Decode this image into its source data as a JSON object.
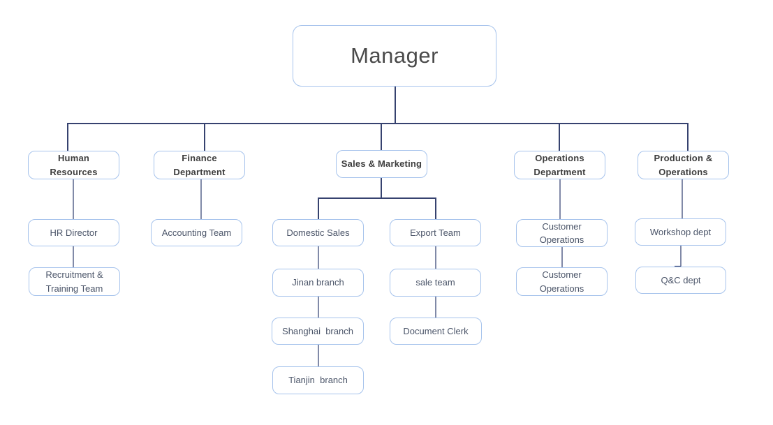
{
  "org_chart": {
    "nodes": {
      "manager": "Manager",
      "human_resources": "Human Resources",
      "finance_department": "Finance Department",
      "sales_marketing": "Sales & Marketing",
      "operations_department": "Operations Department",
      "production_operations": "Production & Operations",
      "hr_director": "HR Director",
      "accounting_team": "Accounting Team",
      "domestic_sales": "Domestic Sales",
      "export_team": "Export Team",
      "customer_operations_1": "Customer Operations",
      "workshop_dept": "Workshop dept",
      "recruitment_training": "Recruitment & Training Team",
      "jinan_branch": "Jinan branch",
      "sale_team": "sale team",
      "customer_operations_2": "Customer Operations",
      "qc_dept": "Q&C dept",
      "shanghai_branch": "Shanghai  branch",
      "document_clerk": "Document Clerk",
      "tianjin_branch": "Tianjin  branch"
    },
    "edges": [
      [
        "manager",
        "human_resources"
      ],
      [
        "manager",
        "finance_department"
      ],
      [
        "manager",
        "sales_marketing"
      ],
      [
        "manager",
        "operations_department"
      ],
      [
        "manager",
        "production_operations"
      ],
      [
        "human_resources",
        "hr_director"
      ],
      [
        "hr_director",
        "recruitment_training"
      ],
      [
        "finance_department",
        "accounting_team"
      ],
      [
        "sales_marketing",
        "domestic_sales"
      ],
      [
        "sales_marketing",
        "export_team"
      ],
      [
        "domestic_sales",
        "jinan_branch"
      ],
      [
        "jinan_branch",
        "shanghai_branch"
      ],
      [
        "shanghai_branch",
        "tianjin_branch"
      ],
      [
        "export_team",
        "sale_team"
      ],
      [
        "sale_team",
        "document_clerk"
      ],
      [
        "operations_department",
        "customer_operations_1"
      ],
      [
        "customer_operations_1",
        "customer_operations_2"
      ],
      [
        "production_operations",
        "workshop_dept"
      ],
      [
        "workshop_dept",
        "qc_dept"
      ]
    ],
    "colors": {
      "box_border": "#a6c3ec",
      "box_fill": "#ffffff",
      "connector": "#36426f",
      "department_text": "#3d3d3d",
      "team_text": "#4a5468",
      "root_text": "#4a4a4a"
    }
  }
}
